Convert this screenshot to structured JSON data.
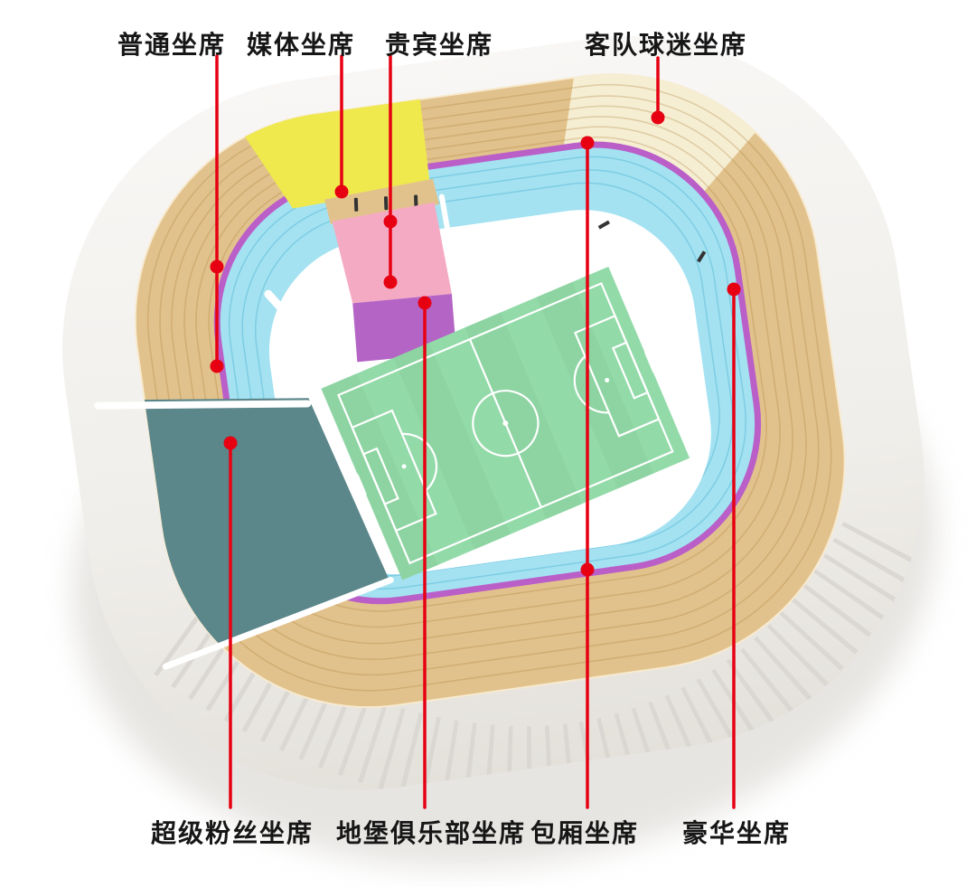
{
  "accent_color": "#e60012",
  "sections": {
    "ordinary": {
      "label": "普通坐席",
      "color": "#e2c28c"
    },
    "media": {
      "label": "媒体坐席",
      "color": "#efe94e"
    },
    "vip": {
      "label": "贵宾坐席",
      "color": "#f5aac4"
    },
    "away_fans": {
      "label": "客队球迷坐席",
      "color": "#f6eed3"
    },
    "super_fans": {
      "label": "超级粉丝坐席",
      "color": "#5b868a"
    },
    "bunker_club": {
      "label": "地堡俱乐部坐席",
      "color": "#b464c4"
    },
    "boxes": {
      "label": "包厢坐席",
      "color": "#ba5fc8"
    },
    "luxury": {
      "label": "豪华坐席",
      "color": "#a4e2f1"
    }
  },
  "pitch": {
    "color": "#93daa9",
    "stripe_color": "#88d09d",
    "line_color": "#ffffff"
  },
  "structure": {
    "shell_color": "#f2f0ed",
    "concourse_color": "#ffffff"
  }
}
